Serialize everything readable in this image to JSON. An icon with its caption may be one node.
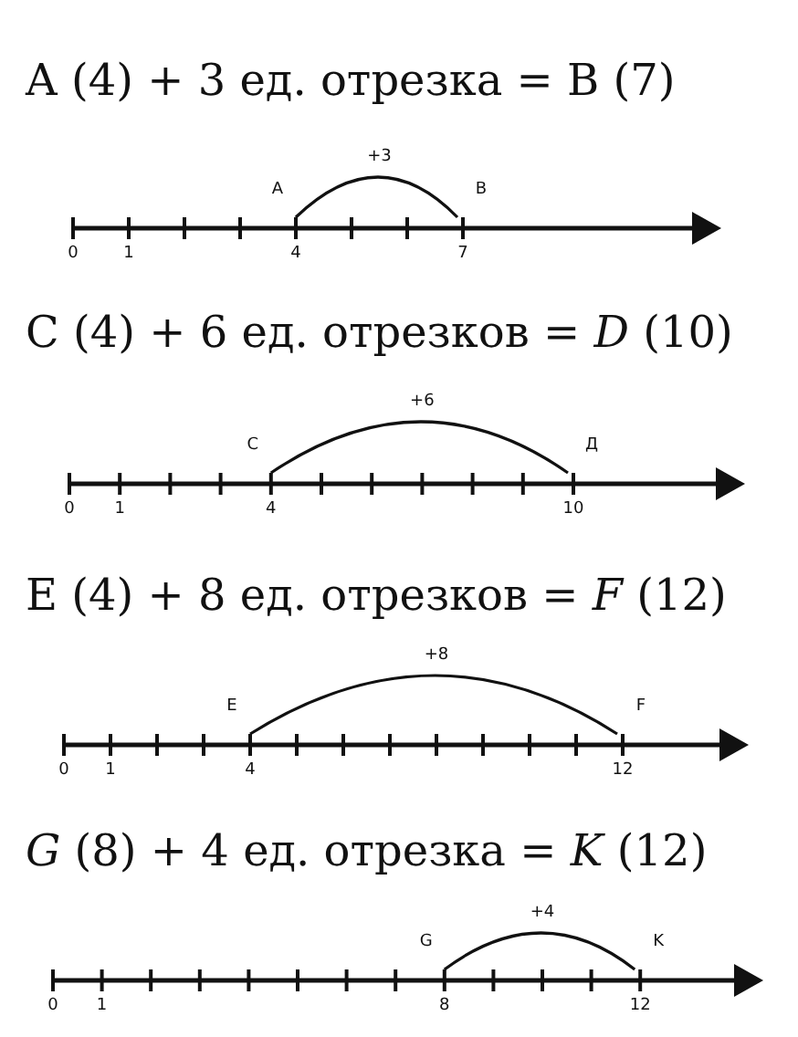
{
  "diagram": {
    "labels": [
      "A (4) + 3 ед. отрезка = B (7)",
      "+3",
      "A",
      "B",
      "0",
      "1",
      "4",
      "7",
      "C (4) + 6 ед. отрезков = *D* (10)",
      "+6",
      "C",
      "Д",
      "0",
      "1",
      "4",
      "10",
      "E (4) + 8 ед. отрезков = *F* (12)",
      "+8",
      "E",
      "F",
      "0",
      "1",
      "4",
      "12",
      "*G* (8) + 4 ед. отрезка = *K* (12)",
      "+4",
      "G",
      "K",
      "0",
      "1",
      "8",
      "12"
    ]
  }
}
